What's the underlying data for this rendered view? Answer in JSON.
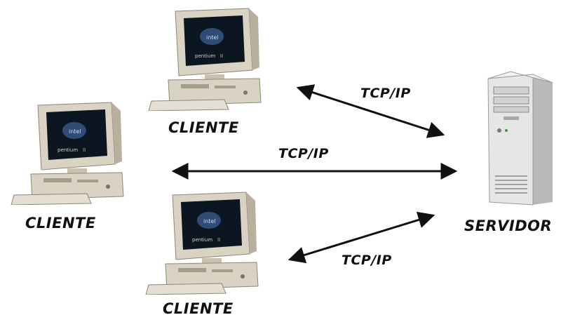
{
  "nodes": {
    "client_top": {
      "label": "CLIENTE",
      "monitor_logo": "pentium"
    },
    "client_left": {
      "label": "CLIENTE",
      "monitor_logo": "pentium"
    },
    "client_bottom": {
      "label": "CLIENTE",
      "monitor_logo": "pentium"
    },
    "server": {
      "label": "SERVIDOR"
    }
  },
  "edges": [
    {
      "from": "client_top",
      "to": "server",
      "label": "TCP/IP",
      "arrows": "both"
    },
    {
      "from": "client_left",
      "to": "server",
      "label": "TCP/IP",
      "arrows": "both"
    },
    {
      "from": "client_bottom",
      "to": "server",
      "label": "TCP/IP",
      "arrows": "both"
    }
  ],
  "colors": {
    "arrow": "#111111",
    "beige": "#d9d3c4",
    "beige_dark": "#b8b09d",
    "screen": "#0c1620",
    "screen_glow": "#3a5a8a",
    "server_body": "#e6e6e6"
  }
}
